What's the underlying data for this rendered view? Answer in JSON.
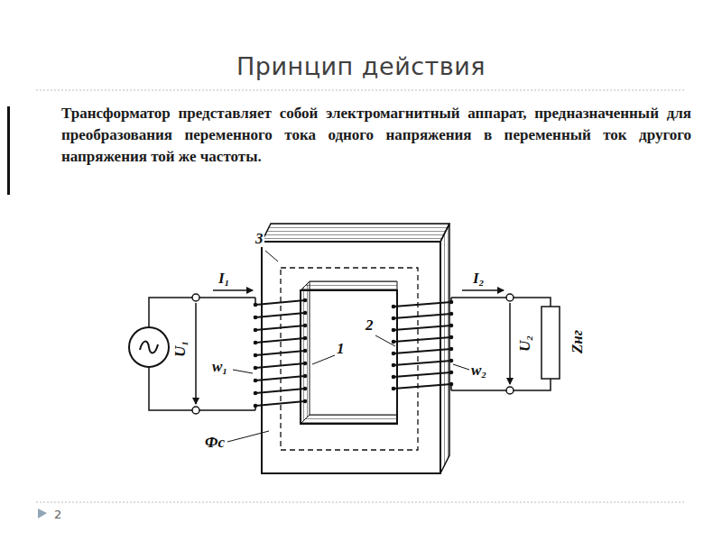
{
  "diagram": {
    "title": "Принцип действия",
    "labels": [
      "Трансформатор представляет собой электромагнитный аппарат, предназначенный для преобразования переменного тока одного напряжения в переменный ток другого напряжения той же частоты.",
      "3",
      "I₁",
      "U₁",
      "w₁",
      "Фс",
      "1",
      "2",
      "I₂",
      "U₂",
      "w₂",
      "Zнг",
      "2"
    ]
  }
}
